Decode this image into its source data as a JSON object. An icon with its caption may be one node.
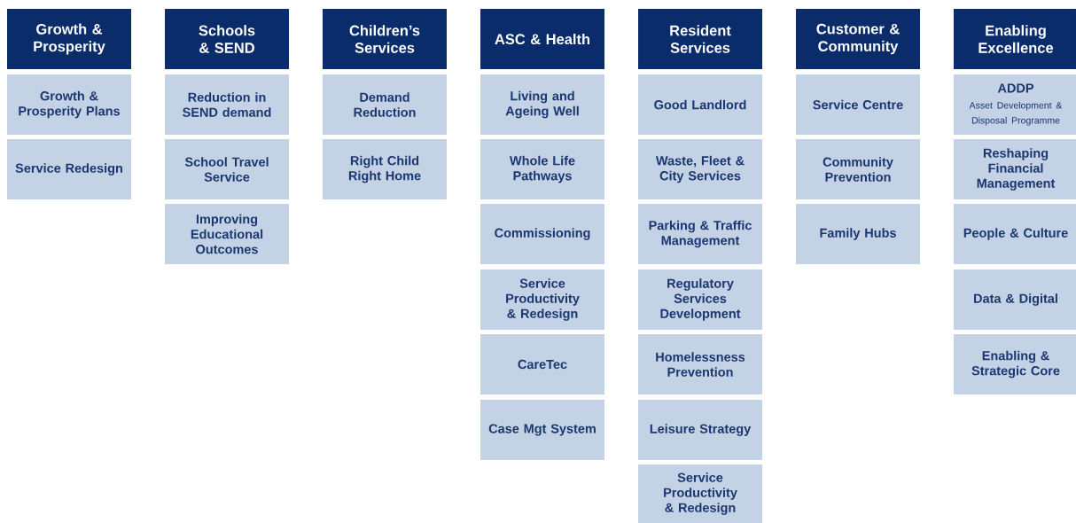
{
  "diagram": {
    "nodes": [
      {
        "text": [
          "Growth & Prosperity"
        ]
      },
      {
        "text": [
          "Growth & Prosperity Plans"
        ]
      },
      {
        "text": [
          "Service Redesign"
        ]
      },
      {
        "text": [
          "Schools & SEND"
        ]
      },
      {
        "text": [
          "Reduction in SEND demand"
        ]
      },
      {
        "text": [
          "School Travel Service"
        ]
      },
      {
        "text": [
          "Improving Educational Outcomes"
        ]
      },
      {
        "text": [
          "Children’s Services"
        ]
      },
      {
        "text": [
          "Demand Reduction"
        ]
      },
      {
        "text": [
          "Right Child Right Home"
        ]
      },
      {
        "text": [
          "ASC & Health"
        ]
      },
      {
        "text": [
          "Living and Ageing Well"
        ]
      },
      {
        "text": [
          "Whole Life Pathways"
        ]
      },
      {
        "text": [
          "Commissioning"
        ]
      },
      {
        "text": [
          "Service Productivity & Redesign"
        ]
      },
      {
        "text": [
          "CareTec"
        ]
      },
      {
        "text": [
          "Case Mgt System"
        ]
      },
      {
        "text": [
          "Resident Services"
        ]
      },
      {
        "text": [
          "Good Landlord"
        ]
      },
      {
        "text": [
          "Waste, Fleet & City Services"
        ]
      },
      {
        "text": [
          "Parking & Traffic Management"
        ]
      },
      {
        "text": [
          "Regulatory Services Development"
        ]
      },
      {
        "text": [
          "Homelessness Prevention"
        ]
      },
      {
        "text": [
          "Leisure Strategy"
        ]
      },
      {
        "text": [
          "Service Productivity & Redesign"
        ]
      },
      {
        "text": [
          "Customer & Community"
        ]
      },
      {
        "text": [
          "Service Centre"
        ]
      },
      {
        "text": [
          "Community Prevention"
        ]
      },
      {
        "text": [
          "Family Hubs"
        ]
      },
      {
        "text": [
          "Enabling Excellence"
        ]
      },
      {
        "text": [
          "ADDP",
          "Asset Development & Disposal Programme"
        ]
      },
      {
        "text": [
          "Reshaping Financial Management"
        ]
      },
      {
        "text": [
          "People & Culture"
        ]
      },
      {
        "text": [
          "Data & Digital"
        ]
      },
      {
        "text": [
          "Enabling & Strategic Core"
        ]
      }
    ]
  }
}
